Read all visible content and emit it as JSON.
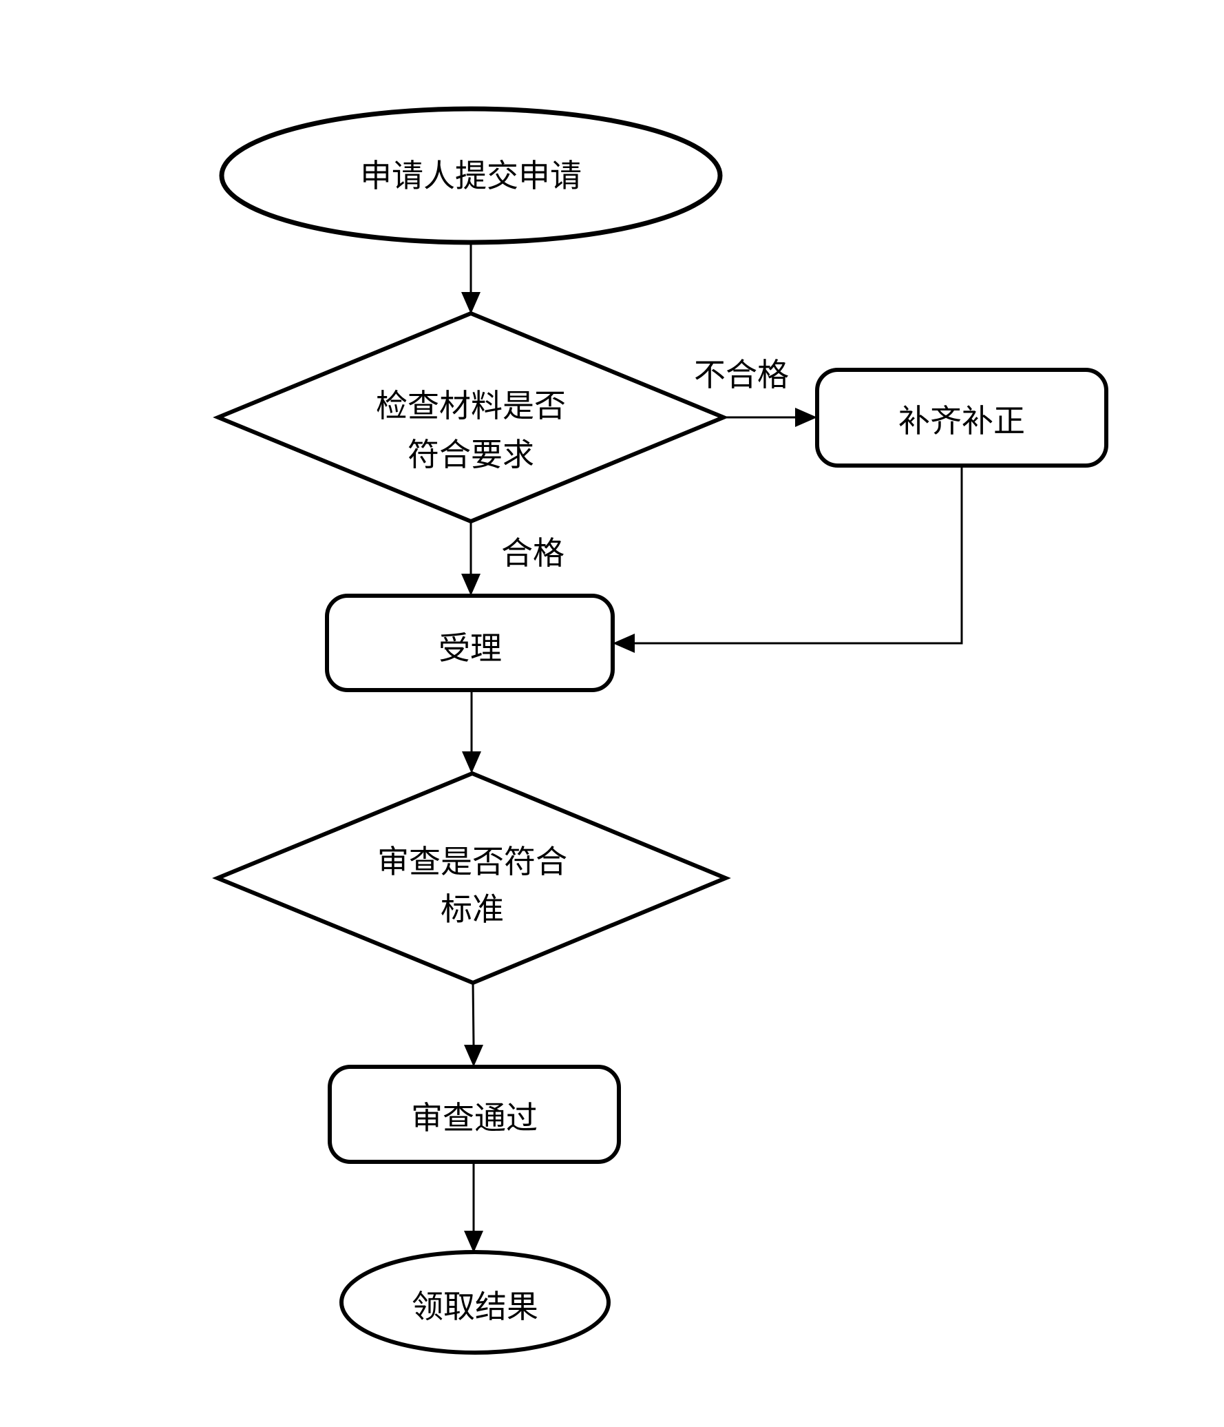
{
  "flowchart": {
    "title": "approval-process-flowchart",
    "nodes": {
      "start": {
        "type": "terminator",
        "label": "申请人提交申请"
      },
      "check": {
        "type": "decision",
        "line1": "检查材料是否",
        "line2": "符合要求"
      },
      "supplement": {
        "type": "process",
        "label": "补齐补正"
      },
      "accept": {
        "type": "process",
        "label": "受理"
      },
      "review": {
        "type": "decision",
        "line1": "审查是否符合",
        "line2": "标准"
      },
      "pass": {
        "type": "process",
        "label": "审查通过"
      },
      "end": {
        "type": "terminator",
        "label": "领取结果"
      }
    },
    "edge_labels": {
      "unqualified": "不合格",
      "qualified": "合格"
    },
    "colors": {
      "stroke": "#000000",
      "background": "#ffffff"
    }
  }
}
